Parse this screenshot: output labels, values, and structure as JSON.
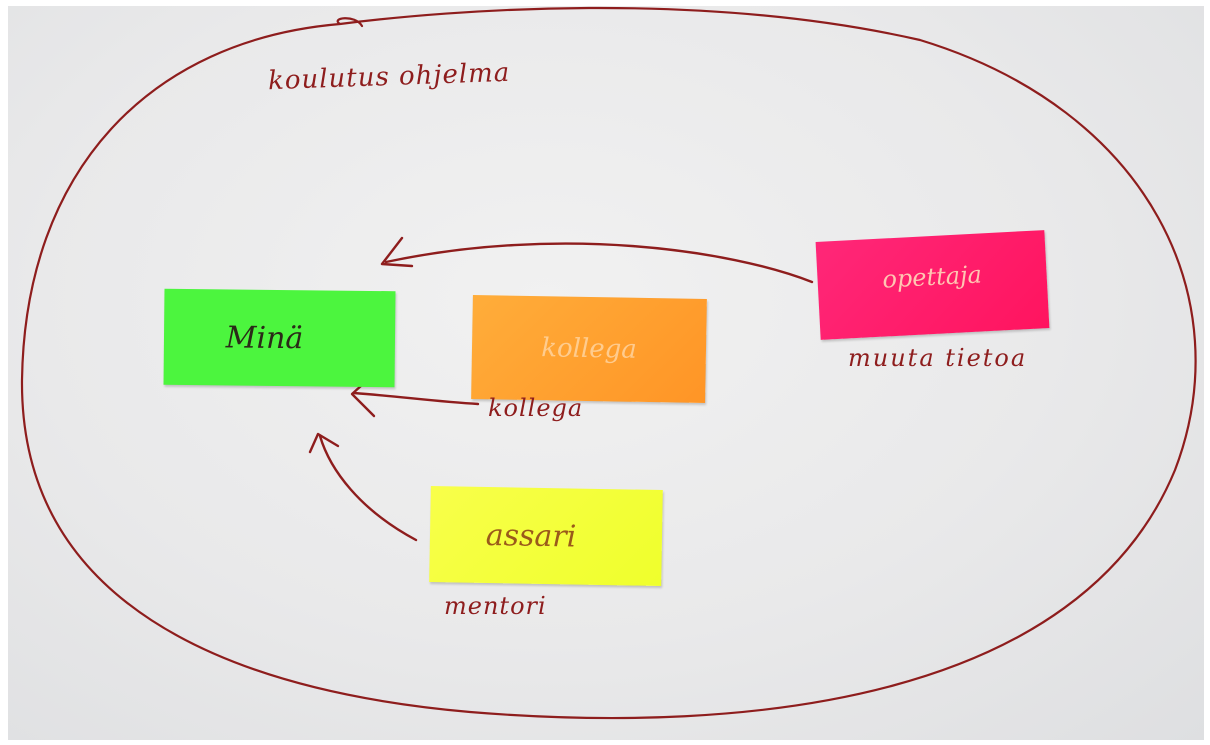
{
  "colors": {
    "ink": "#8e1d1d",
    "paper": "#ececec",
    "green_note": "#4cf53e",
    "orange_note": "#ff9f2e",
    "pink_note": "#ff1e6e",
    "yellow_note": "#f6ff38"
  },
  "circle_label": "koulutus ohjelma",
  "notes": {
    "mina": "Minä",
    "kollega_note": "kollega",
    "opettaja": "opettaja",
    "assari": "assari"
  },
  "labels": {
    "kollega": "kollega",
    "mentori": "mentori",
    "muuta_tietoa": "muuta tietoa"
  }
}
